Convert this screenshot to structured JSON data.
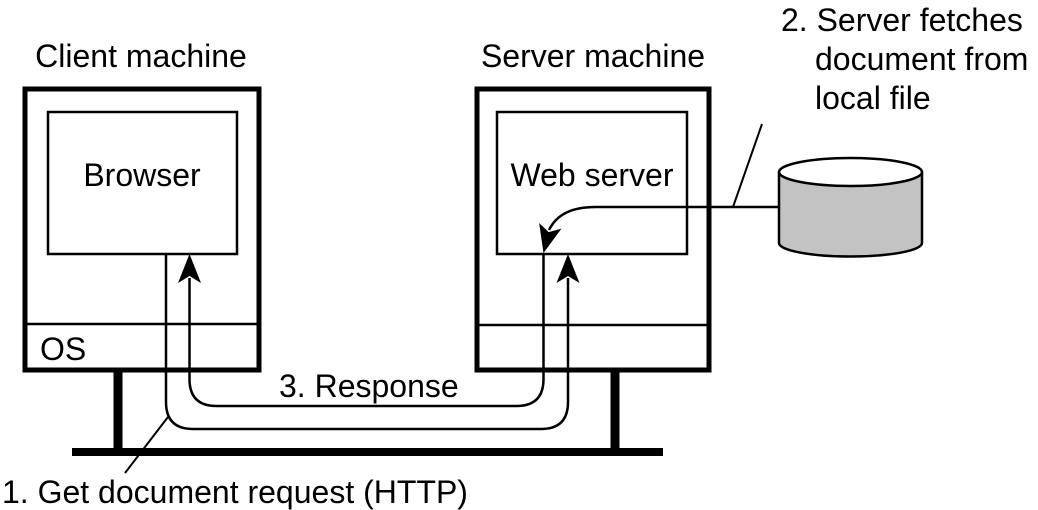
{
  "labels": {
    "client_machine": "Client machine",
    "server_machine": "Server machine",
    "browser": "Browser",
    "web_server": "Web server",
    "os": "OS"
  },
  "annotations": {
    "step1": "1. Get document request (HTTP)",
    "step2_line1": "2. Server fetches",
    "step2_line2": "document from",
    "step2_line3": "local file",
    "step3": "3. Response"
  },
  "icons": {
    "disk": "database-cylinder-icon",
    "request_arrow": "arrow-up-icon",
    "response_arrow": "arrow-up-icon",
    "fetch_arrow": "arrow-down-icon"
  },
  "colors": {
    "line": "#000000",
    "text": "#000000",
    "disk_body": "#c3c3c3",
    "disk_top": "#ffffff",
    "box_fill": "#ffffff",
    "background": "#ffffff"
  }
}
